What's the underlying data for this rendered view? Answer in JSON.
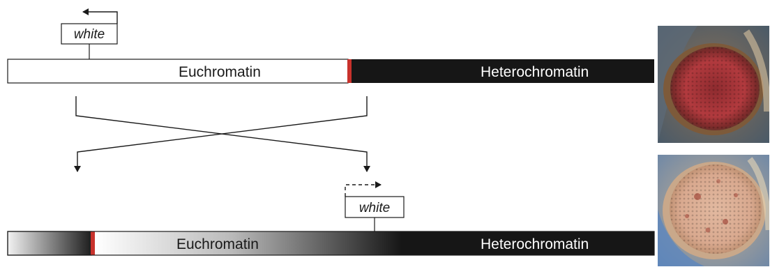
{
  "top_chromosome": {
    "gene_label": "white",
    "euchromatin_label": "Euchromatin",
    "heterochromatin_label": "Heterochromatin"
  },
  "bottom_chromosome": {
    "gene_label": "white",
    "euchromatin_label": "Euchromatin",
    "heterochromatin_label": "Heterochromatin"
  },
  "colors": {
    "heterochromatin": "#161616",
    "boundary": "#c8322c",
    "euchromatin": "#ffffff",
    "line": "#1a1a1a"
  },
  "photos": [
    {
      "description_icon": "eye-photo-red",
      "phenotype": "uniform red eye"
    },
    {
      "description_icon": "eye-photo-variegated",
      "phenotype": "variegated eye"
    }
  ]
}
